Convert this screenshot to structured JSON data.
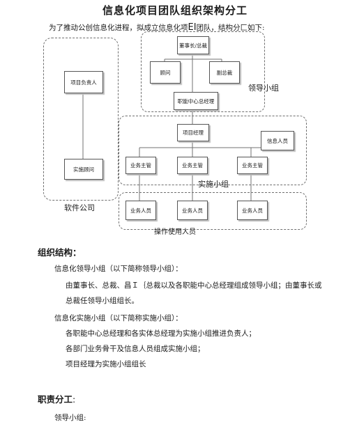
{
  "document": {
    "title": "信息化项目团队组织架构分工",
    "intro": "为了推动公创信息化进程，拟成立信息化项",
    "intro_mid": "EI",
    "intro_end": "团队，结构分匚如下:"
  },
  "diagram": {
    "nodes": {
      "chairman": "董事长/总裁",
      "advisor": "顾问",
      "vp": "副总裁",
      "center_gm": "职能中心总经理",
      "project_manager": "项目经理",
      "info_staff": "信息人员",
      "biz_supervisor": "业务主管",
      "biz_staff": "业务人员",
      "project_lead": "项目负责人",
      "impl_advisor": "实施顾问"
    },
    "groups": {
      "leadership": "领导小组",
      "implementation": "实施小组",
      "software_company": "软件公司"
    },
    "caption": "操作使用人员"
  },
  "sections": {
    "org_heading": "组织结构：",
    "leadership_title": "信息化领导小组（以下简称领导小组）：",
    "leadership_desc_1": "由董事长、总裁、昌Ｉ｛总裁以及各职能中心总经理组成领导小组；由董事长或",
    "leadership_desc_2": "总裁任领导小组组长。",
    "impl_title": "信息化实施小组（以下简称实施小组）：",
    "impl_item_1": "各职能中心总经理和各实体总经理为实施小组推进负责人；",
    "impl_item_2": "各部门业务骨干及信息人员组成实施小组；",
    "impl_item_3": "项目经理为实施小组组长",
    "duty_heading": "职责分工",
    "duty_colon": ":",
    "leadership_group_label": "领导小组:"
  }
}
